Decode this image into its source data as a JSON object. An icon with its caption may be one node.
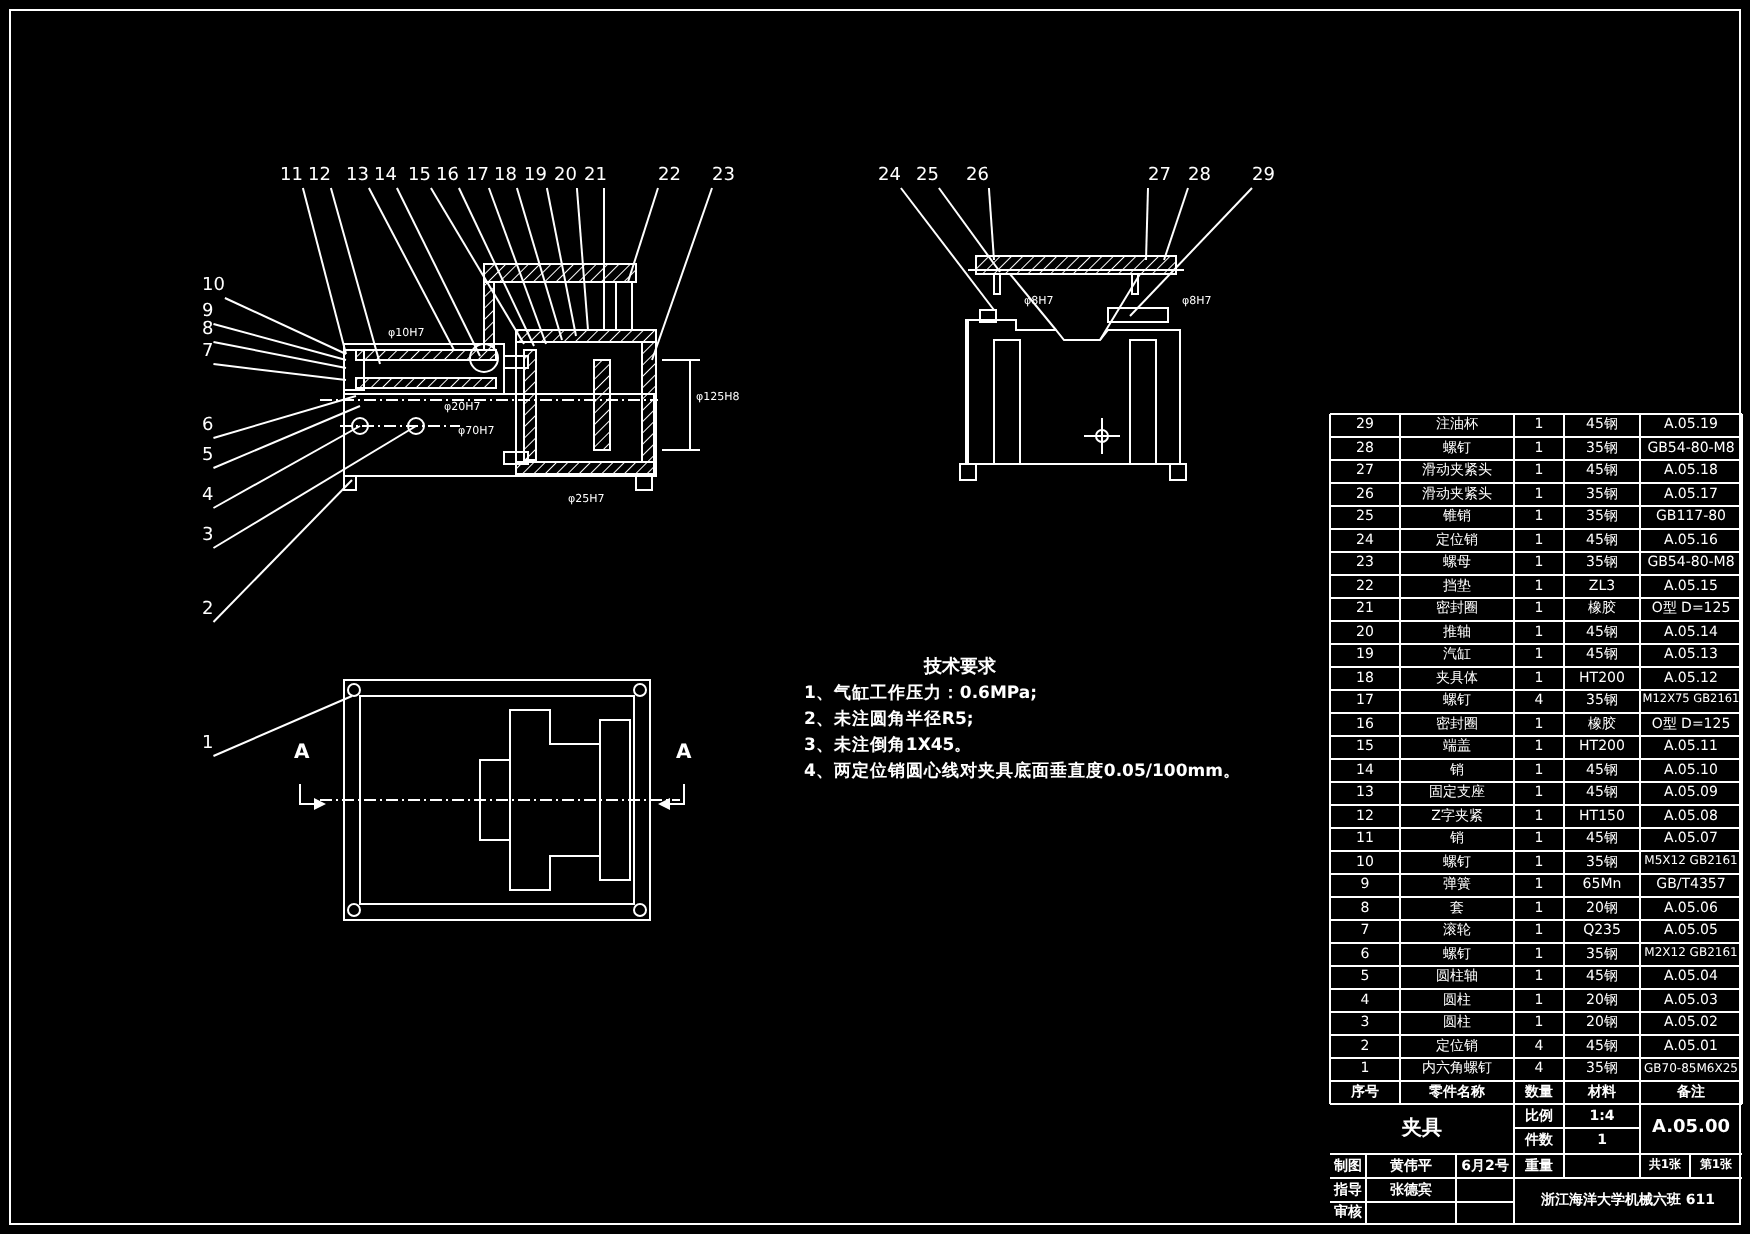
{
  "diagram": {
    "nodes": [
      {
        "text": [
          "11"
        ]
      },
      {
        "text": [
          "12"
        ]
      },
      {
        "text": [
          "13"
        ]
      },
      {
        "text": [
          "14"
        ]
      },
      {
        "text": [
          "15"
        ]
      },
      {
        "text": [
          "16"
        ]
      },
      {
        "text": [
          "17"
        ]
      },
      {
        "text": [
          "18"
        ]
      },
      {
        "text": [
          "19"
        ]
      },
      {
        "text": [
          "20"
        ]
      },
      {
        "text": [
          "21"
        ]
      },
      {
        "text": [
          "22"
        ]
      },
      {
        "text": [
          "23"
        ]
      },
      {
        "text": [
          "24"
        ]
      },
      {
        "text": [
          "25"
        ]
      },
      {
        "text": [
          "26"
        ]
      },
      {
        "text": [
          "27"
        ]
      },
      {
        "text": [
          "28"
        ]
      },
      {
        "text": [
          "29"
        ]
      },
      {
        "text": [
          "10"
        ]
      },
      {
        "text": [
          "9"
        ]
      },
      {
        "text": [
          "8"
        ]
      },
      {
        "text": [
          "7"
        ]
      },
      {
        "text": [
          "6"
        ]
      },
      {
        "text": [
          "5"
        ]
      },
      {
        "text": [
          "4"
        ]
      },
      {
        "text": [
          "3"
        ]
      },
      {
        "text": [
          "2"
        ]
      },
      {
        "text": [
          "1"
        ]
      },
      {
        "text": [],
        "shape": "picture"
      },
      {
        "text": [],
        "shape": "picture"
      },
      {
        "text": [],
        "shape": "picture"
      }
    ],
    "edges": [
      {
        "from": 0,
        "to": 29,
        "arrow": "none"
      },
      {
        "from": 1,
        "to": 29,
        "arrow": "none"
      },
      {
        "from": 2,
        "to": 29,
        "arrow": "none"
      },
      {
        "from": 3,
        "to": 29,
        "arrow": "none"
      },
      {
        "from": 4,
        "to": 29,
        "arrow": "none"
      },
      {
        "from": 5,
        "to": 29,
        "arrow": "none"
      },
      {
        "from": 6,
        "to": 29,
        "arrow": "none"
      },
      {
        "from": 7,
        "to": 29,
        "arrow": "none"
      },
      {
        "from": 8,
        "to": 29,
        "arrow": "none"
      },
      {
        "from": 9,
        "to": 29,
        "arrow": "none"
      },
      {
        "from": 10,
        "to": 29,
        "arrow": "none"
      },
      {
        "from": 11,
        "to": 29,
        "arrow": "none"
      },
      {
        "from": 12,
        "to": 29,
        "arrow": "none"
      },
      {
        "from": 13,
        "to": 30,
        "arrow": "none"
      },
      {
        "from": 14,
        "to": 30,
        "arrow": "none"
      },
      {
        "from": 15,
        "to": 30,
        "arrow": "none"
      },
      {
        "from": 16,
        "to": 30,
        "arrow": "none"
      },
      {
        "from": 17,
        "to": 30,
        "arrow": "none"
      },
      {
        "from": 18,
        "to": 30,
        "arrow": "none"
      },
      {
        "from": 19,
        "to": 29,
        "arrow": "none"
      },
      {
        "from": 20,
        "to": 29,
        "arrow": "none"
      },
      {
        "from": 21,
        "to": 29,
        "arrow": "none"
      },
      {
        "from": 22,
        "to": 29,
        "arrow": "none"
      },
      {
        "from": 23,
        "to": 29,
        "arrow": "none"
      },
      {
        "from": 24,
        "to": 29,
        "arrow": "none"
      },
      {
        "from": 25,
        "to": 29,
        "arrow": "none"
      },
      {
        "from": 26,
        "to": 29,
        "arrow": "none"
      },
      {
        "from": 27,
        "to": 29,
        "arrow": "none"
      },
      {
        "from": 28,
        "to": 31,
        "arrow": "none"
      }
    ],
    "labels": [
      "φ10H7",
      "φ20H7",
      "φ125H8",
      "φ70H7",
      "φ25H7",
      "φ8H7",
      "φ8H7",
      "A",
      "A",
      "技术要求",
      "1、气缸工作压力：0.6MPa;",
      "2、未注圆角半径R5;",
      "3、未注倒角1X45。",
      "4、两定位销圆心线对夹具底面垂直度0.05/100mm。",
      "29",
      "注油杯",
      "1",
      "45钢",
      "A.05.19",
      "28",
      "螺钉",
      "1",
      "35钢",
      "GB54-80-M8",
      "27",
      "滑动夹紧头",
      "1",
      "45钢",
      "A.05.18",
      "26",
      "滑动夹紧头",
      "1",
      "35钢",
      "A.05.17",
      "25",
      "锥销",
      "1",
      "35钢",
      "GB117-80",
      "24",
      "定位销",
      "1",
      "45钢",
      "A.05.16",
      "23",
      "螺母",
      "1",
      "35钢",
      "GB54-80-M8",
      "22",
      "挡垫",
      "1",
      "ZL3",
      "A.05.15",
      "21",
      "密封圈",
      "1",
      "橡胶",
      "O型 D=125",
      "20",
      "推轴",
      "1",
      "45钢",
      "A.05.14",
      "19",
      "汽缸",
      "1",
      "45钢",
      "A.05.13",
      "18",
      "夹具体",
      "1",
      "HT200",
      "A.05.12",
      "17",
      "螺钉",
      "4",
      "35钢",
      "M12X75 GB2161",
      "16",
      "密封圈",
      "1",
      "橡胶",
      "O型 D=125",
      "15",
      "端盖",
      "1",
      "HT200",
      "A.05.11",
      "14",
      "销",
      "1",
      "45钢",
      "A.05.10",
      "13",
      "固定支座",
      "1",
      "45钢",
      "A.05.09",
      "12",
      "Z字夹紧",
      "1",
      "HT150",
      "A.05.08",
      "11",
      "销",
      "1",
      "45钢",
      "A.05.07",
      "10",
      "螺钉",
      "1",
      "35钢",
      "M5X12 GB2161",
      "9",
      "弹簧",
      "1",
      "65Mn",
      "GB/T4357",
      "8",
      "套",
      "1",
      "20钢",
      "A.05.06",
      "7",
      "滚轮",
      "1",
      "Q235",
      "A.05.05",
      "6",
      "螺钉",
      "1",
      "35钢",
      "M2X12 GB2161",
      "5",
      "圆柱轴",
      "1",
      "45钢",
      "A.05.04",
      "4",
      "圆柱",
      "1",
      "20钢",
      "A.05.03",
      "3",
      "圆柱",
      "1",
      "20钢",
      "A.05.02",
      "2",
      "定位销",
      "4",
      "45钢",
      "A.05.01",
      "1",
      "内六角螺钉",
      "4",
      "35钢",
      "GB70-85M6X25",
      "序号",
      "零件名称",
      "数量",
      "材料",
      "备注",
      "夹具",
      "比例",
      "1:4",
      "A.05.00",
      "件数",
      "1",
      "制图",
      "黄伟平",
      "6月2号",
      "重量",
      "共1张",
      "第1张",
      "指导",
      "张德宾",
      "审核",
      "浙江海洋大学机械六班 611"
    ]
  }
}
